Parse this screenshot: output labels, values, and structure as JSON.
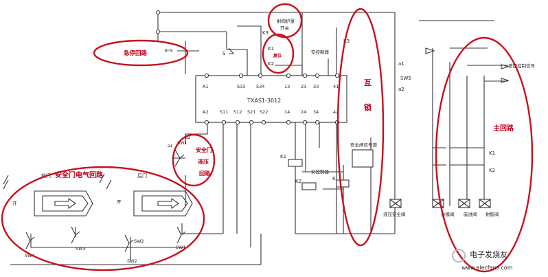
{
  "diagram": {
    "module": {
      "title": "TXAS1-3012",
      "terminals_top": [
        "A1",
        "S33",
        "S34",
        "13",
        "23",
        "33",
        "41"
      ],
      "terminals_bottom": [
        "A2",
        "S11",
        "S12",
        "S21",
        "S22",
        "14",
        "24",
        "34",
        "42"
      ]
    },
    "labels": {
      "emergency_loop": "急停回路",
      "emergency_switch": "E-S",
      "s_contact": "S",
      "k3_top": "K3",
      "k1_top": "K1",
      "k2_top": "K2",
      "reset": "复位",
      "shield_switch": "射阀护罩",
      "shield_switch2": "开关",
      "k3_right": "K3",
      "safety_ctrl_top": "安控制器",
      "a1": "a1",
      "sw5": "SW5",
      "a2": "a2",
      "signal_out": "按钮控制信号",
      "safety_valve_signal": "安全阀信号源",
      "k1_left": "K1",
      "k2_left": "K2",
      "safety_ctrl_bottom": "安控制器",
      "k_bottom": "K",
      "interlock_1": "互",
      "interlock_2": "锁",
      "main_circuit": "主回路",
      "k1_main": "K1",
      "k2_main": "K2",
      "hydraulic_valve": "液压安全阀",
      "valve_1": "合模阀",
      "valve_2": "座进阀",
      "valve_3": "射胶阀",
      "door_hyd_1": "安全门",
      "door_hyd_2": "液压",
      "door_hyd_3": "回路",
      "sw1_switch": "SW1",
      "a2_small": "a2",
      "a1_small": "a1",
      "door_elec": "安全门电气回路",
      "fore": "前门",
      "rear": "后门",
      "open_left": "开",
      "open_right": "开",
      "sw4": "SW4",
      "sw3": "SW3",
      "sw2": "SW2",
      "sw1": "SW1",
      "sw2_bottom": "SW2"
    },
    "watermark": "电子发烧友",
    "watermark_url": "www.elecfans.com"
  }
}
